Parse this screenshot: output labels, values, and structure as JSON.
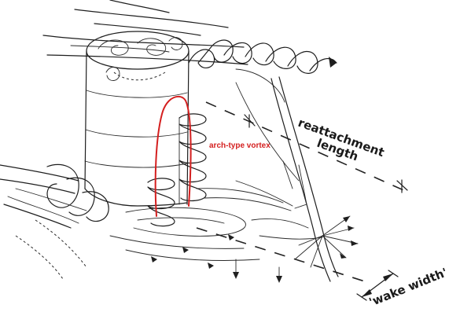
{
  "annotations": {
    "reattachment_line1": "reattachment",
    "reattachment_line2": "length",
    "arch_vortex": "arch-type vortex",
    "wake_width": "'wake width'"
  },
  "colors": {
    "ink": "#1e1e1e",
    "highlight": "#d41f1f",
    "background": "#ffffff"
  }
}
